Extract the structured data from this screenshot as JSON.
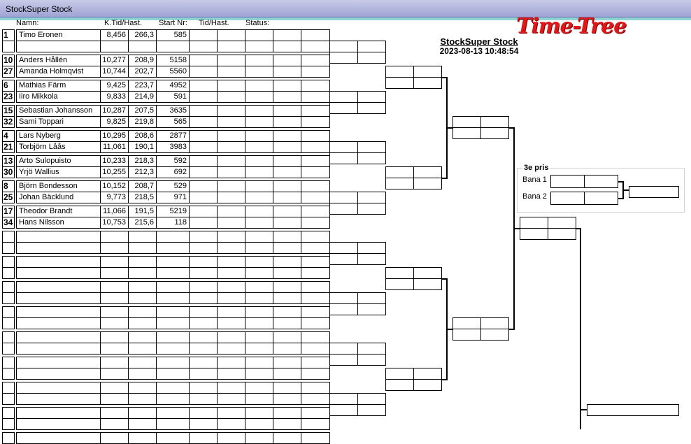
{
  "window": {
    "title": "StockSuper Stock"
  },
  "columns": {
    "name": "Namn:",
    "ktid": "K.Tid/Hast.",
    "start": "Start Nr:",
    "tid": "Tid/Hast.",
    "status": "Status:"
  },
  "report": {
    "title": "StockSuper Stock",
    "datetime": "2023-08-13 10:48:54"
  },
  "brand": {
    "logo_text": "Time-Tree",
    "color": "#e01818"
  },
  "third_place": {
    "label": "3e pris",
    "lane1": "Bana 1",
    "lane2": "Bana 2"
  },
  "rows": [
    {
      "seed": "1",
      "name": "Timo Eronen",
      "ktid": "8,456",
      "speed": "266,3",
      "start": "585"
    },
    {
      "seed": "",
      "name": "",
      "ktid": "",
      "speed": "",
      "start": ""
    },
    {
      "seed": "10",
      "name": "Anders Hållén",
      "ktid": "10,277",
      "speed": "208,9",
      "start": "5158"
    },
    {
      "seed": "27",
      "name": "Amanda Holmqvist",
      "ktid": "10,744",
      "speed": "202,7",
      "start": "5560"
    },
    {
      "seed": "6",
      "name": "Mathias Färm",
      "ktid": "9,425",
      "speed": "223,7",
      "start": "4952"
    },
    {
      "seed": "23",
      "name": "Iiro Mikkola",
      "ktid": "9,833",
      "speed": "214,9",
      "start": "591"
    },
    {
      "seed": "15",
      "name": "Sebastian Johansson",
      "ktid": "10,287",
      "speed": "207,5",
      "start": "3635"
    },
    {
      "seed": "32",
      "name": "Sami Toppari",
      "ktid": "9,825",
      "speed": "219,8",
      "start": "565"
    },
    {
      "seed": "4",
      "name": "Lars Nyberg",
      "ktid": "10,295",
      "speed": "208,6",
      "start": "2877"
    },
    {
      "seed": "21",
      "name": "Torbjörn Låås",
      "ktid": "11,061",
      "speed": "190,1",
      "start": "3983"
    },
    {
      "seed": "13",
      "name": "Arto Sulopuisto",
      "ktid": "10,233",
      "speed": "218,3",
      "start": "592"
    },
    {
      "seed": "30",
      "name": "Yrjö Wallius",
      "ktid": "10,255",
      "speed": "212,3",
      "start": "692"
    },
    {
      "seed": "8",
      "name": "Björn Bondesson",
      "ktid": "10,152",
      "speed": "208,7",
      "start": "529"
    },
    {
      "seed": "25",
      "name": "Johan Bäcklund",
      "ktid": "9,773",
      "speed": "218,5",
      "start": "971"
    },
    {
      "seed": "17",
      "name": "Theodor Brandt",
      "ktid": "11,066",
      "speed": "191,5",
      "start": "5219"
    },
    {
      "seed": "34",
      "name": "Hans Nilsson",
      "ktid": "10,753",
      "speed": "215,6",
      "start": "118"
    },
    {
      "seed": "",
      "name": "",
      "ktid": "",
      "speed": "",
      "start": ""
    },
    {
      "seed": "",
      "name": "",
      "ktid": "",
      "speed": "",
      "start": ""
    },
    {
      "seed": "",
      "name": "",
      "ktid": "",
      "speed": "",
      "start": ""
    },
    {
      "seed": "",
      "name": "",
      "ktid": "",
      "speed": "",
      "start": ""
    },
    {
      "seed": "",
      "name": "",
      "ktid": "",
      "speed": "",
      "start": ""
    },
    {
      "seed": "",
      "name": "",
      "ktid": "",
      "speed": "",
      "start": ""
    },
    {
      "seed": "",
      "name": "",
      "ktid": "",
      "speed": "",
      "start": ""
    },
    {
      "seed": "",
      "name": "",
      "ktid": "",
      "speed": "",
      "start": ""
    },
    {
      "seed": "",
      "name": "",
      "ktid": "",
      "speed": "",
      "start": ""
    },
    {
      "seed": "",
      "name": "",
      "ktid": "",
      "speed": "",
      "start": ""
    },
    {
      "seed": "",
      "name": "",
      "ktid": "",
      "speed": "",
      "start": ""
    },
    {
      "seed": "",
      "name": "",
      "ktid": "",
      "speed": "",
      "start": ""
    },
    {
      "seed": "",
      "name": "",
      "ktid": "",
      "speed": "",
      "start": ""
    },
    {
      "seed": "",
      "name": "",
      "ktid": "",
      "speed": "",
      "start": ""
    },
    {
      "seed": "",
      "name": "",
      "ktid": "",
      "speed": "",
      "start": ""
    },
    {
      "seed": "",
      "name": "",
      "ktid": "",
      "speed": "",
      "start": ""
    },
    {
      "seed": "",
      "name": "",
      "ktid": "",
      "speed": "",
      "start": ""
    }
  ]
}
